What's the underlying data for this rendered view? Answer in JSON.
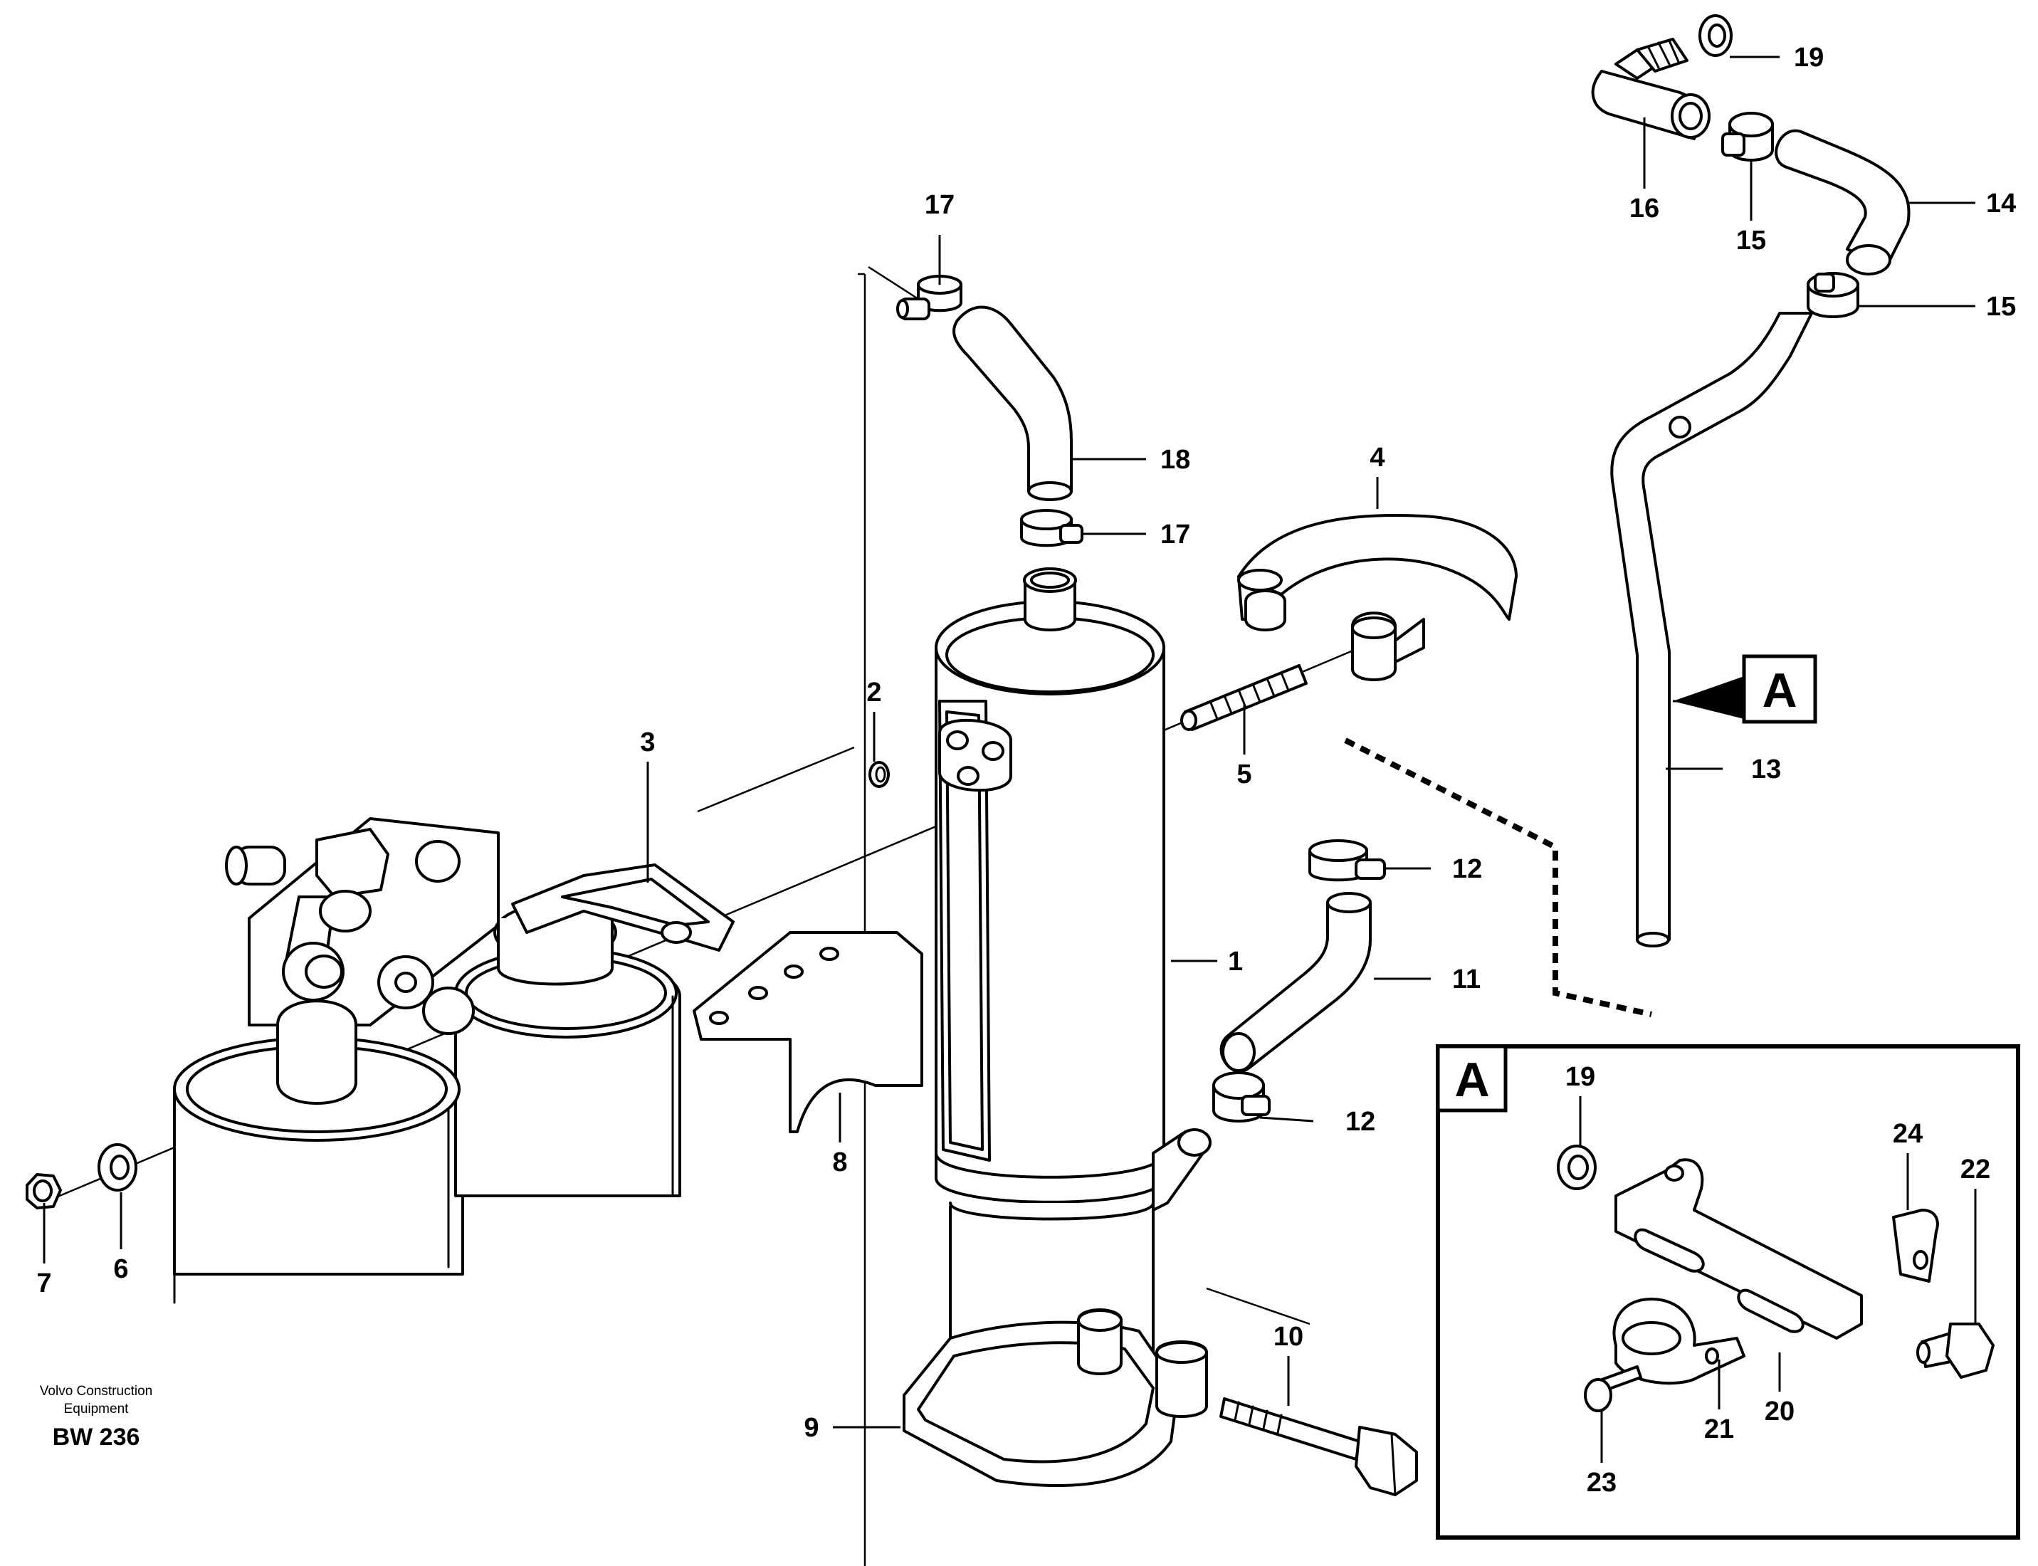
{
  "credit": {
    "line1": "Volvo Construction",
    "line2": "Equipment",
    "doc_id": "BW 236"
  },
  "callouts": {
    "c1": "1",
    "c2": "2",
    "c3": "3",
    "c4": "4",
    "c5": "5",
    "c6": "6",
    "c7": "7",
    "c8": "8",
    "c9": "9",
    "c10": "10",
    "c11": "11",
    "c12a": "12",
    "c12b": "12",
    "c13": "13",
    "c14": "14",
    "c15a": "15",
    "c15b": "15",
    "c16": "16",
    "c17a": "17",
    "c17b": "17",
    "c18": "18",
    "c19a": "19",
    "c19b": "19",
    "c20": "20",
    "c21": "21",
    "c22": "22",
    "c23": "23",
    "c24": "24"
  },
  "reference_marks": {
    "pointer_letter": "A",
    "detail_letter": "A"
  }
}
